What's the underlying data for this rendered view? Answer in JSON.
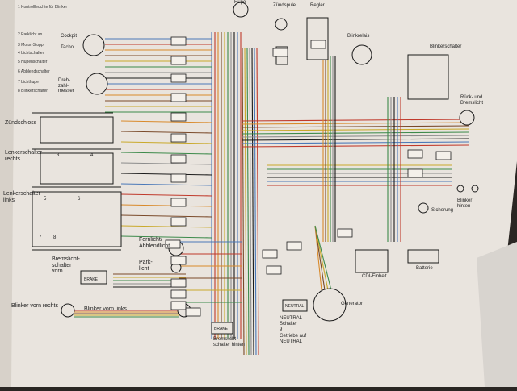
{
  "labels": {
    "hupe": "Hupe",
    "zuendspule": "Zündspule",
    "regler": "Regler",
    "blinkrelais": "Blinkrelais",
    "blinkerschalter": "Blinkerschalter",
    "rueck_brems": "Rück- und Bremslicht",
    "cockpit": "Cockpit",
    "tacho": "Tacho",
    "drehzahl": "Dreh-zahl-messer",
    "zuendschloss": "Zündschloss",
    "lenker_rechts": "Lenkerschalter rechts",
    "lenker_links": "Lenkerschalter links",
    "fernlicht": "Fernlicht/ Abblendlicht",
    "parklicht": "Park-licht",
    "bremslicht_vorn": "Bremslicht-schalter vorn",
    "blinker_rechts": "Blinker vorn rechts",
    "blinker_links": "Blinker vorn links",
    "bremslicht_hinten": "Bremslicht-schalter hinten",
    "neutral": "NEUTRAL-Schalter",
    "getriebe": "Getriebe auf NEUTRAL",
    "cdi": "CDI-Einheit",
    "generator": "Generator",
    "batterie": "Batterie",
    "sicherung": "Sicherung",
    "blinker_hinten": "Blinker hinten",
    "num3": "3",
    "num4": "4",
    "num5": "5",
    "num6": "6",
    "num7": "7",
    "num8": "8",
    "num9": "9",
    "brake": "BRAKE",
    "neutral_box": "NEUTRAL"
  },
  "legend": [
    "1 Kontrollleuchte für Blinker",
    "2 Parklicht an",
    "3 Motor-Stopp",
    "4 Lichtschalter",
    "5 Hupenschalter",
    "6 Abblendschalter",
    "7 Lichthupe",
    "8 Blinkerschalter"
  ],
  "colors": {
    "paper": "#e9e4de",
    "ink": "#1b1b1b",
    "wire_red": "#c0392b",
    "wire_blue": "#4a78b8",
    "wire_orange": "#d98a2b",
    "wire_brown": "#7a4a2a",
    "wire_yellow": "#c9a92a",
    "wire_green": "#3c8a4a",
    "wire_gray": "#8b8b8b"
  }
}
